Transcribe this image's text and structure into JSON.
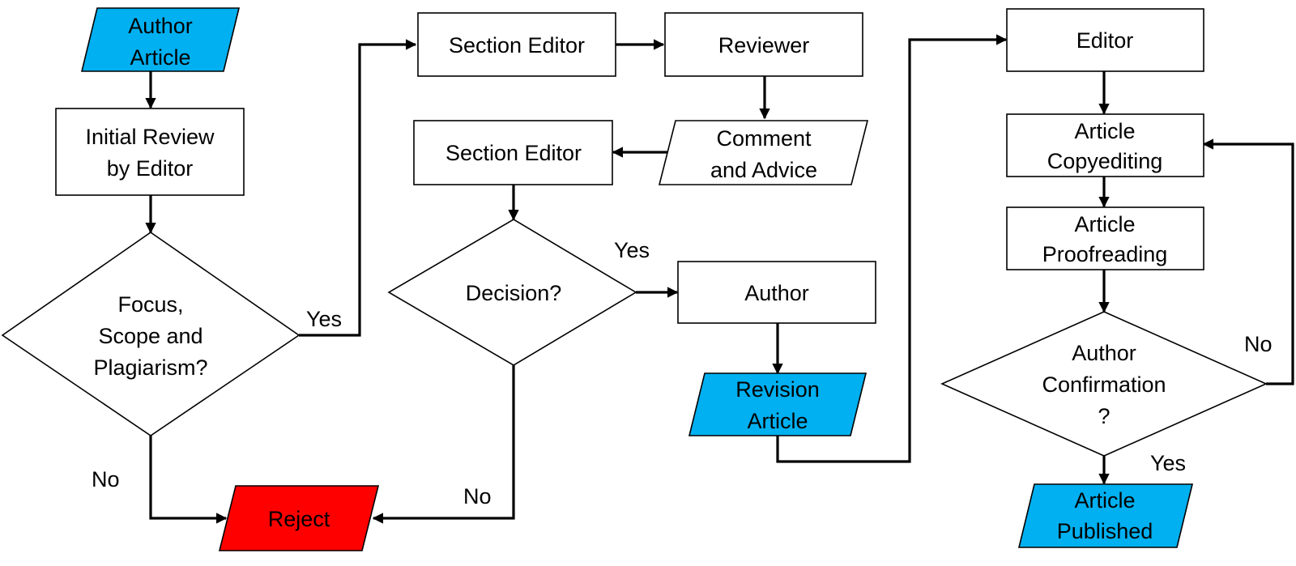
{
  "colors": {
    "start_fill": "#00b0f0",
    "reject_fill": "#ff0000",
    "box_fill": "#ffffff",
    "stroke": "#000000"
  },
  "nodes": {
    "author_article": {
      "line1": "Author",
      "line2": "Article"
    },
    "initial_review": {
      "line1": "Initial Review",
      "line2": "by Editor"
    },
    "focus_decision": {
      "line1": "Focus,",
      "line2": "Scope and",
      "line3": "Plagiarism?"
    },
    "reject": {
      "label": "Reject"
    },
    "section_editor_1": {
      "label": "Section Editor"
    },
    "reviewer": {
      "label": "Reviewer"
    },
    "comment_advice": {
      "line1": "Comment",
      "line2": "and Advice"
    },
    "section_editor_2": {
      "label": "Section Editor"
    },
    "decision": {
      "label": "Decision?"
    },
    "author": {
      "label": "Author"
    },
    "revision_article": {
      "line1": "Revision",
      "line2": "Article"
    },
    "editor": {
      "label": "Editor"
    },
    "copyediting": {
      "line1": "Article",
      "line2": "Copyediting"
    },
    "proofreading": {
      "line1": "Article",
      "line2": "Proofreading"
    },
    "confirmation": {
      "line1": "Author",
      "line2": "Confirmation",
      "line3": "?"
    },
    "published": {
      "line1": "Article",
      "line2": "Published"
    }
  },
  "edge_labels": {
    "focus_yes": "Yes",
    "focus_no": "No",
    "decision_yes": "Yes",
    "decision_no": "No",
    "confirmation_no": "No",
    "confirmation_yes": "Yes"
  }
}
